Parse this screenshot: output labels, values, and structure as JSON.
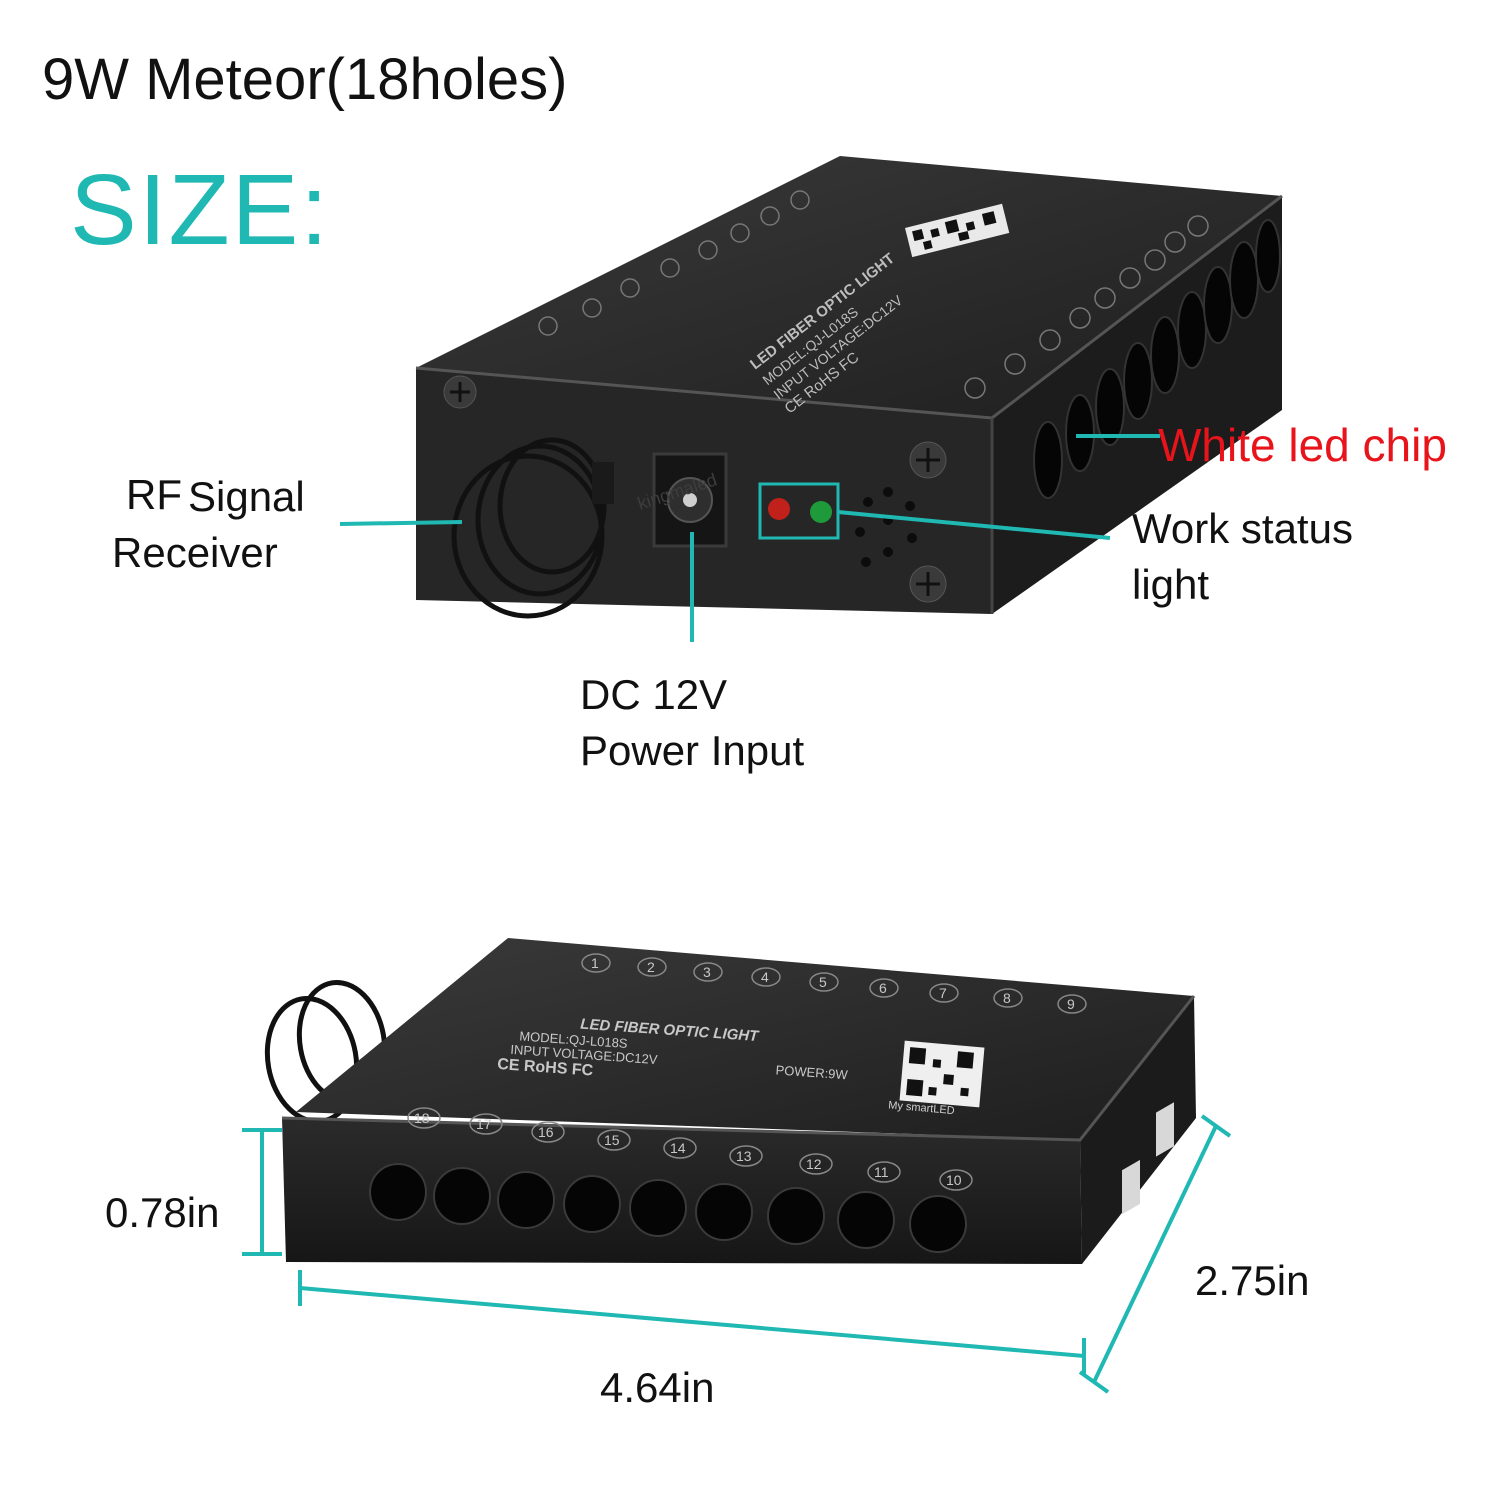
{
  "header": {
    "title": "9W Meteor(18holes)",
    "size_heading": "SIZE:"
  },
  "callouts": {
    "rf_part1": "RF",
    "rf_part2": "Signal",
    "rf_part3": "Receiver",
    "dc_line1": "DC 12V",
    "dc_line2": "Power Input",
    "white_led": "White led chip",
    "work_line1": "Work status",
    "work_line2": "light"
  },
  "device_print": {
    "product_name": "LED FIBER OPTIC LIGHT",
    "model": "MODEL:QJ-L018S",
    "input_voltage": "INPUT VOLTAGE:DC12V",
    "power": "POWER:9W",
    "marks": "CE RoHS FC",
    "app_name": "My smartLED",
    "watermark": "kingmaled",
    "top_row_numbers": [
      "1",
      "2",
      "3",
      "4",
      "5",
      "6",
      "7",
      "8",
      "9"
    ],
    "front_row_numbers": [
      "18",
      "17",
      "16",
      "15",
      "14",
      "13",
      "12",
      "11",
      "10"
    ]
  },
  "dimensions": {
    "height": "0.78in",
    "width": "2.75in",
    "length": "4.64in"
  },
  "colors": {
    "accent": "#1fb8b3",
    "highlight_red": "#e8141b",
    "device_body": "#2a2a2a",
    "led_red": "#c0211b",
    "led_green": "#1f9a3a"
  }
}
